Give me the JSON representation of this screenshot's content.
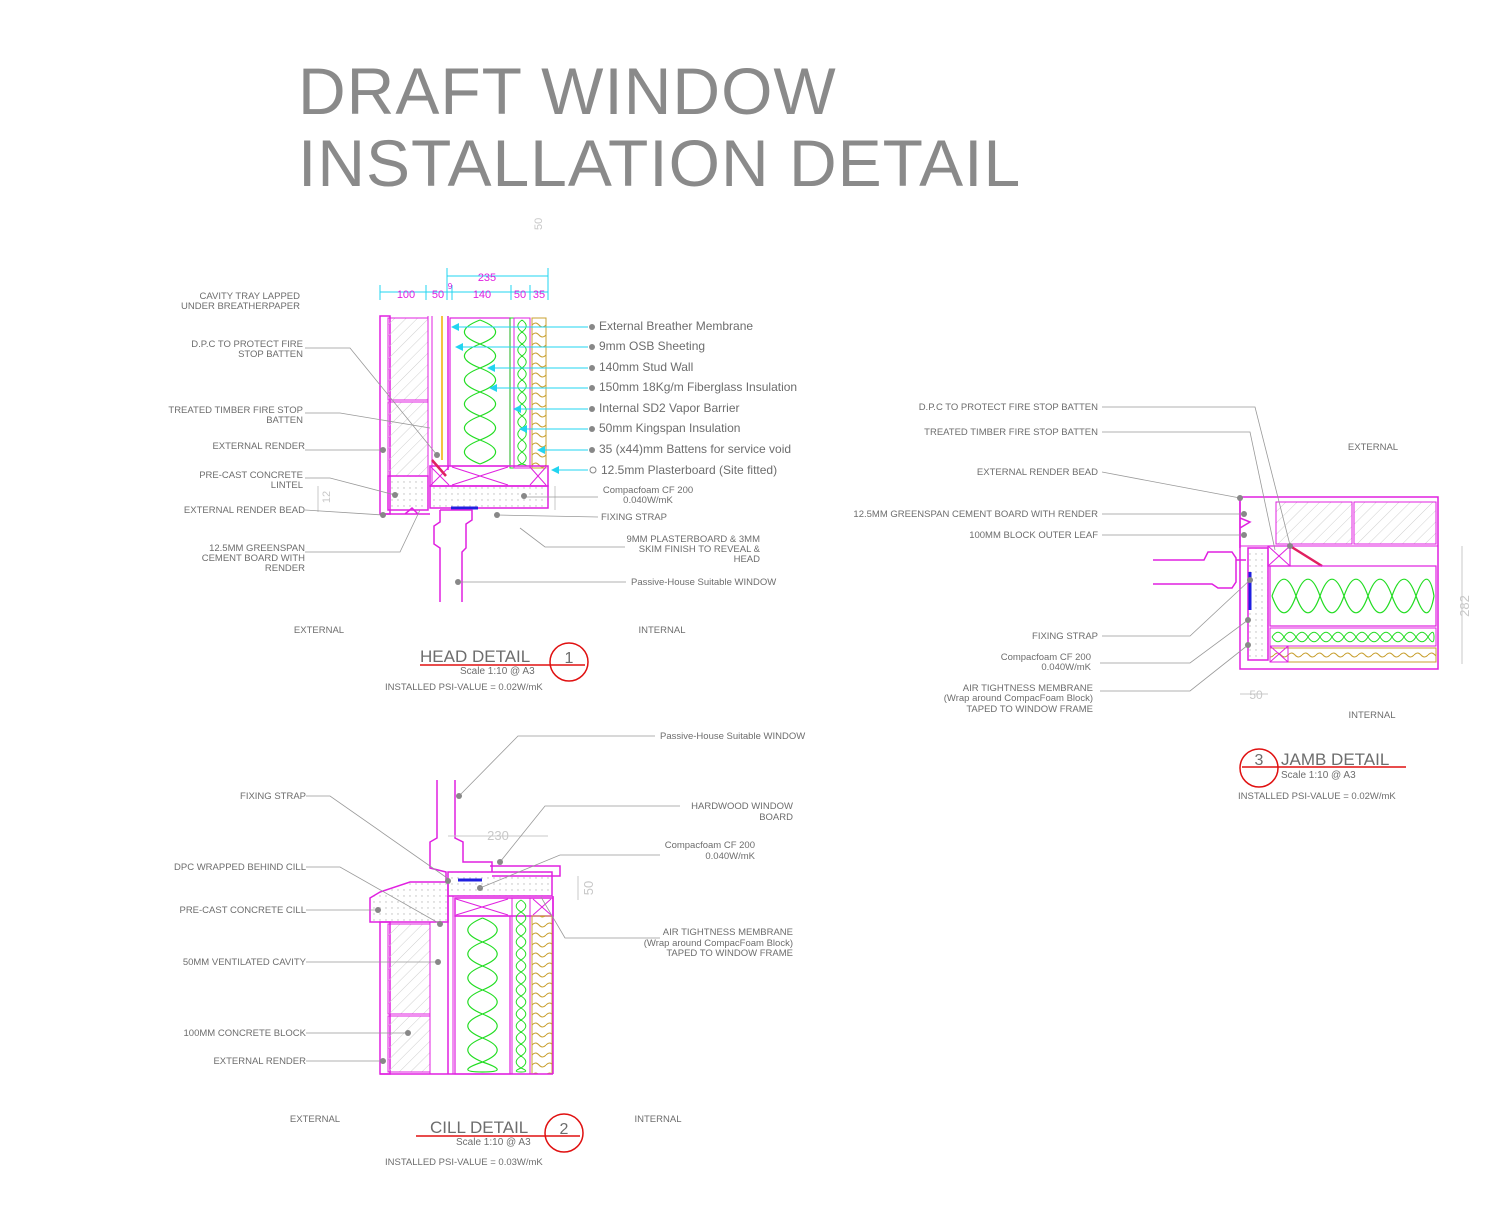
{
  "title": {
    "line1": "DRAFT WINDOW",
    "line2": "INSTALLATION DETAIL"
  },
  "colors": {
    "frame": "#e020e0",
    "insulation": "#22dd22",
    "pointer": "#22d4f0",
    "leader": "#999999",
    "circle": "#e01010",
    "timber": "#c8a030"
  },
  "head": {
    "dims": {
      "total": "235",
      "d1": "100",
      "d2": "50",
      "d3": "140",
      "d4": "50",
      "d5": "35",
      "d6": "9"
    },
    "labels_left": [
      "CAVITY TRAY LAPPED",
      "UNDER BREATHERPAPER",
      "D.P.C TO PROTECT FIRE",
      "STOP BATTEN",
      "TREATED TIMBER FIRE STOP",
      "BATTEN",
      "EXTERNAL RENDER",
      "PRE-CAST CONCRETE",
      "LINTEL",
      "EXTERNAL RENDER BEAD",
      "12.5MM GREENSPAN",
      "CEMENT BOARD WITH",
      "RENDER"
    ],
    "labels_right": [
      "External Breather Membrane",
      "9mm OSB Sheeting",
      "140mm Stud Wall",
      "150mm 18Kg/m Fiberglass Insulation",
      "Internal SD2 Vapor Barrier",
      "50mm Kingspan Insulation",
      "35 (x44)mm Battens for service void",
      "12.5mm Plasterboard (Site fitted)"
    ],
    "labels_lower": [
      "Compacfoam CF 200",
      "0.040W/mK",
      "FIXING STRAP",
      "9MM PLASTERBOARD & 3MM",
      "SKIM FINISH TO REVEAL &",
      "HEAD",
      "Passive-House Suitable WINDOW"
    ],
    "faint": [
      "12",
      "50"
    ],
    "external": "EXTERNAL",
    "internal": "INTERNAL",
    "name": "HEAD DETAIL",
    "number": "1",
    "scale": "Scale 1:10 @ A3",
    "psi": "INSTALLED PSI-VALUE = 0.02W/mK"
  },
  "cill": {
    "labels_left": [
      "FIXING STRAP",
      "DPC WRAPPED BEHIND CILL",
      "PRE-CAST CONCRETE CILL",
      "50MM VENTILATED CAVITY",
      "100MM CONCRETE BLOCK",
      "EXTERNAL RENDER"
    ],
    "labels_right": [
      "Passive-House Suitable WINDOW",
      "HARDWOOD WINDOW",
      "BOARD",
      "Compacfoam CF 200",
      "0.040W/mK",
      "AIR TIGHTNESS MEMBRANE",
      "(Wrap around  CompacFoam Block)",
      "TAPED TO WINDOW FRAME"
    ],
    "faint": [
      "230",
      "50"
    ],
    "external": "EXTERNAL",
    "internal": "INTERNAL",
    "name": "CILL DETAIL",
    "number": "2",
    "scale": "Scale 1:10 @ A3",
    "psi": "INSTALLED PSI-VALUE = 0.03W/mK"
  },
  "jamb": {
    "labels_left": [
      "D.P.C TO PROTECT FIRE STOP BATTEN",
      "TREATED TIMBER FIRE STOP BATTEN",
      "EXTERNAL RENDER BEAD",
      "12.5MM GREENSPAN CEMENT BOARD WITH RENDER",
      "100MM BLOCK OUTER LEAF",
      "FIXING STRAP",
      "Compacfoam CF 200",
      "0.040W/mK",
      "AIR TIGHTNESS MEMBRANE",
      "(Wrap around  CompacFoam Block)",
      "TAPED TO WINDOW FRAME"
    ],
    "faint": [
      "282",
      "50"
    ],
    "external": "EXTERNAL",
    "internal": "INTERNAL",
    "name": "JAMB DETAIL",
    "number": "3",
    "scale": "Scale 1:10 @ A3",
    "psi": "INSTALLED PSI-VALUE = 0.02W/mK"
  }
}
